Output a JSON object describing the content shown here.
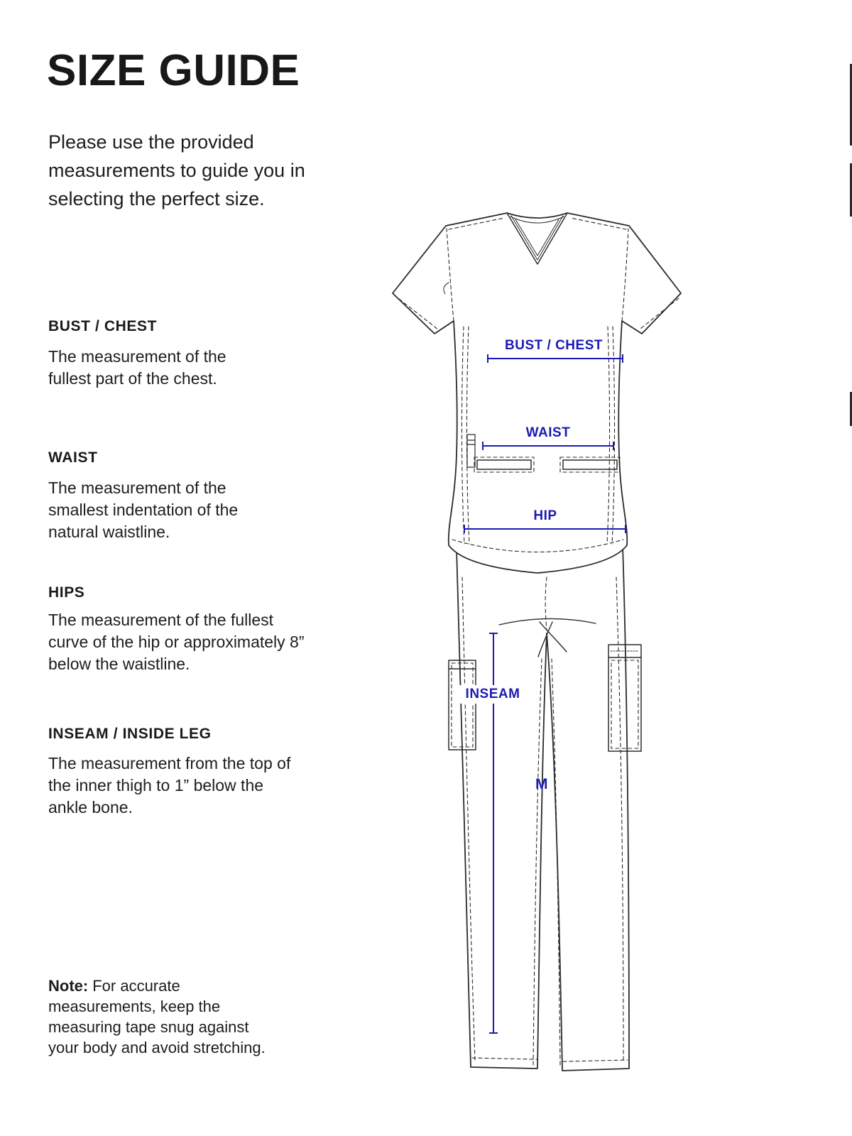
{
  "page": {
    "title": "SIZE GUIDE",
    "intro": "Please use the provided measurements to guide you in selecting the perfect size."
  },
  "sections": [
    {
      "heading": "BUST / CHEST",
      "body": "The measurement of the fullest part of the chest."
    },
    {
      "heading": "WAIST",
      "body": "The measurement of the smallest indentation of the natural waistline."
    },
    {
      "heading": "HIPS",
      "body": "The measurement of the fullest curve of the hip or approximately 8” below the waistline."
    },
    {
      "heading": "INSEAM / INSIDE LEG",
      "body": "The measurement from the top of the inner thigh to 1” below the ankle bone."
    }
  ],
  "note": {
    "label": "Note:",
    "text": "For accurate measurements, keep the measuring tape snug against your body and avoid stretching."
  },
  "diagram": {
    "accent_color": "#1b1bb3",
    "line_color": "#2b2b2b",
    "labels": {
      "bust": "BUST / CHEST",
      "waist": "WAIST",
      "hip": "HIP",
      "inseam": "INSEAM",
      "size": "M"
    }
  }
}
